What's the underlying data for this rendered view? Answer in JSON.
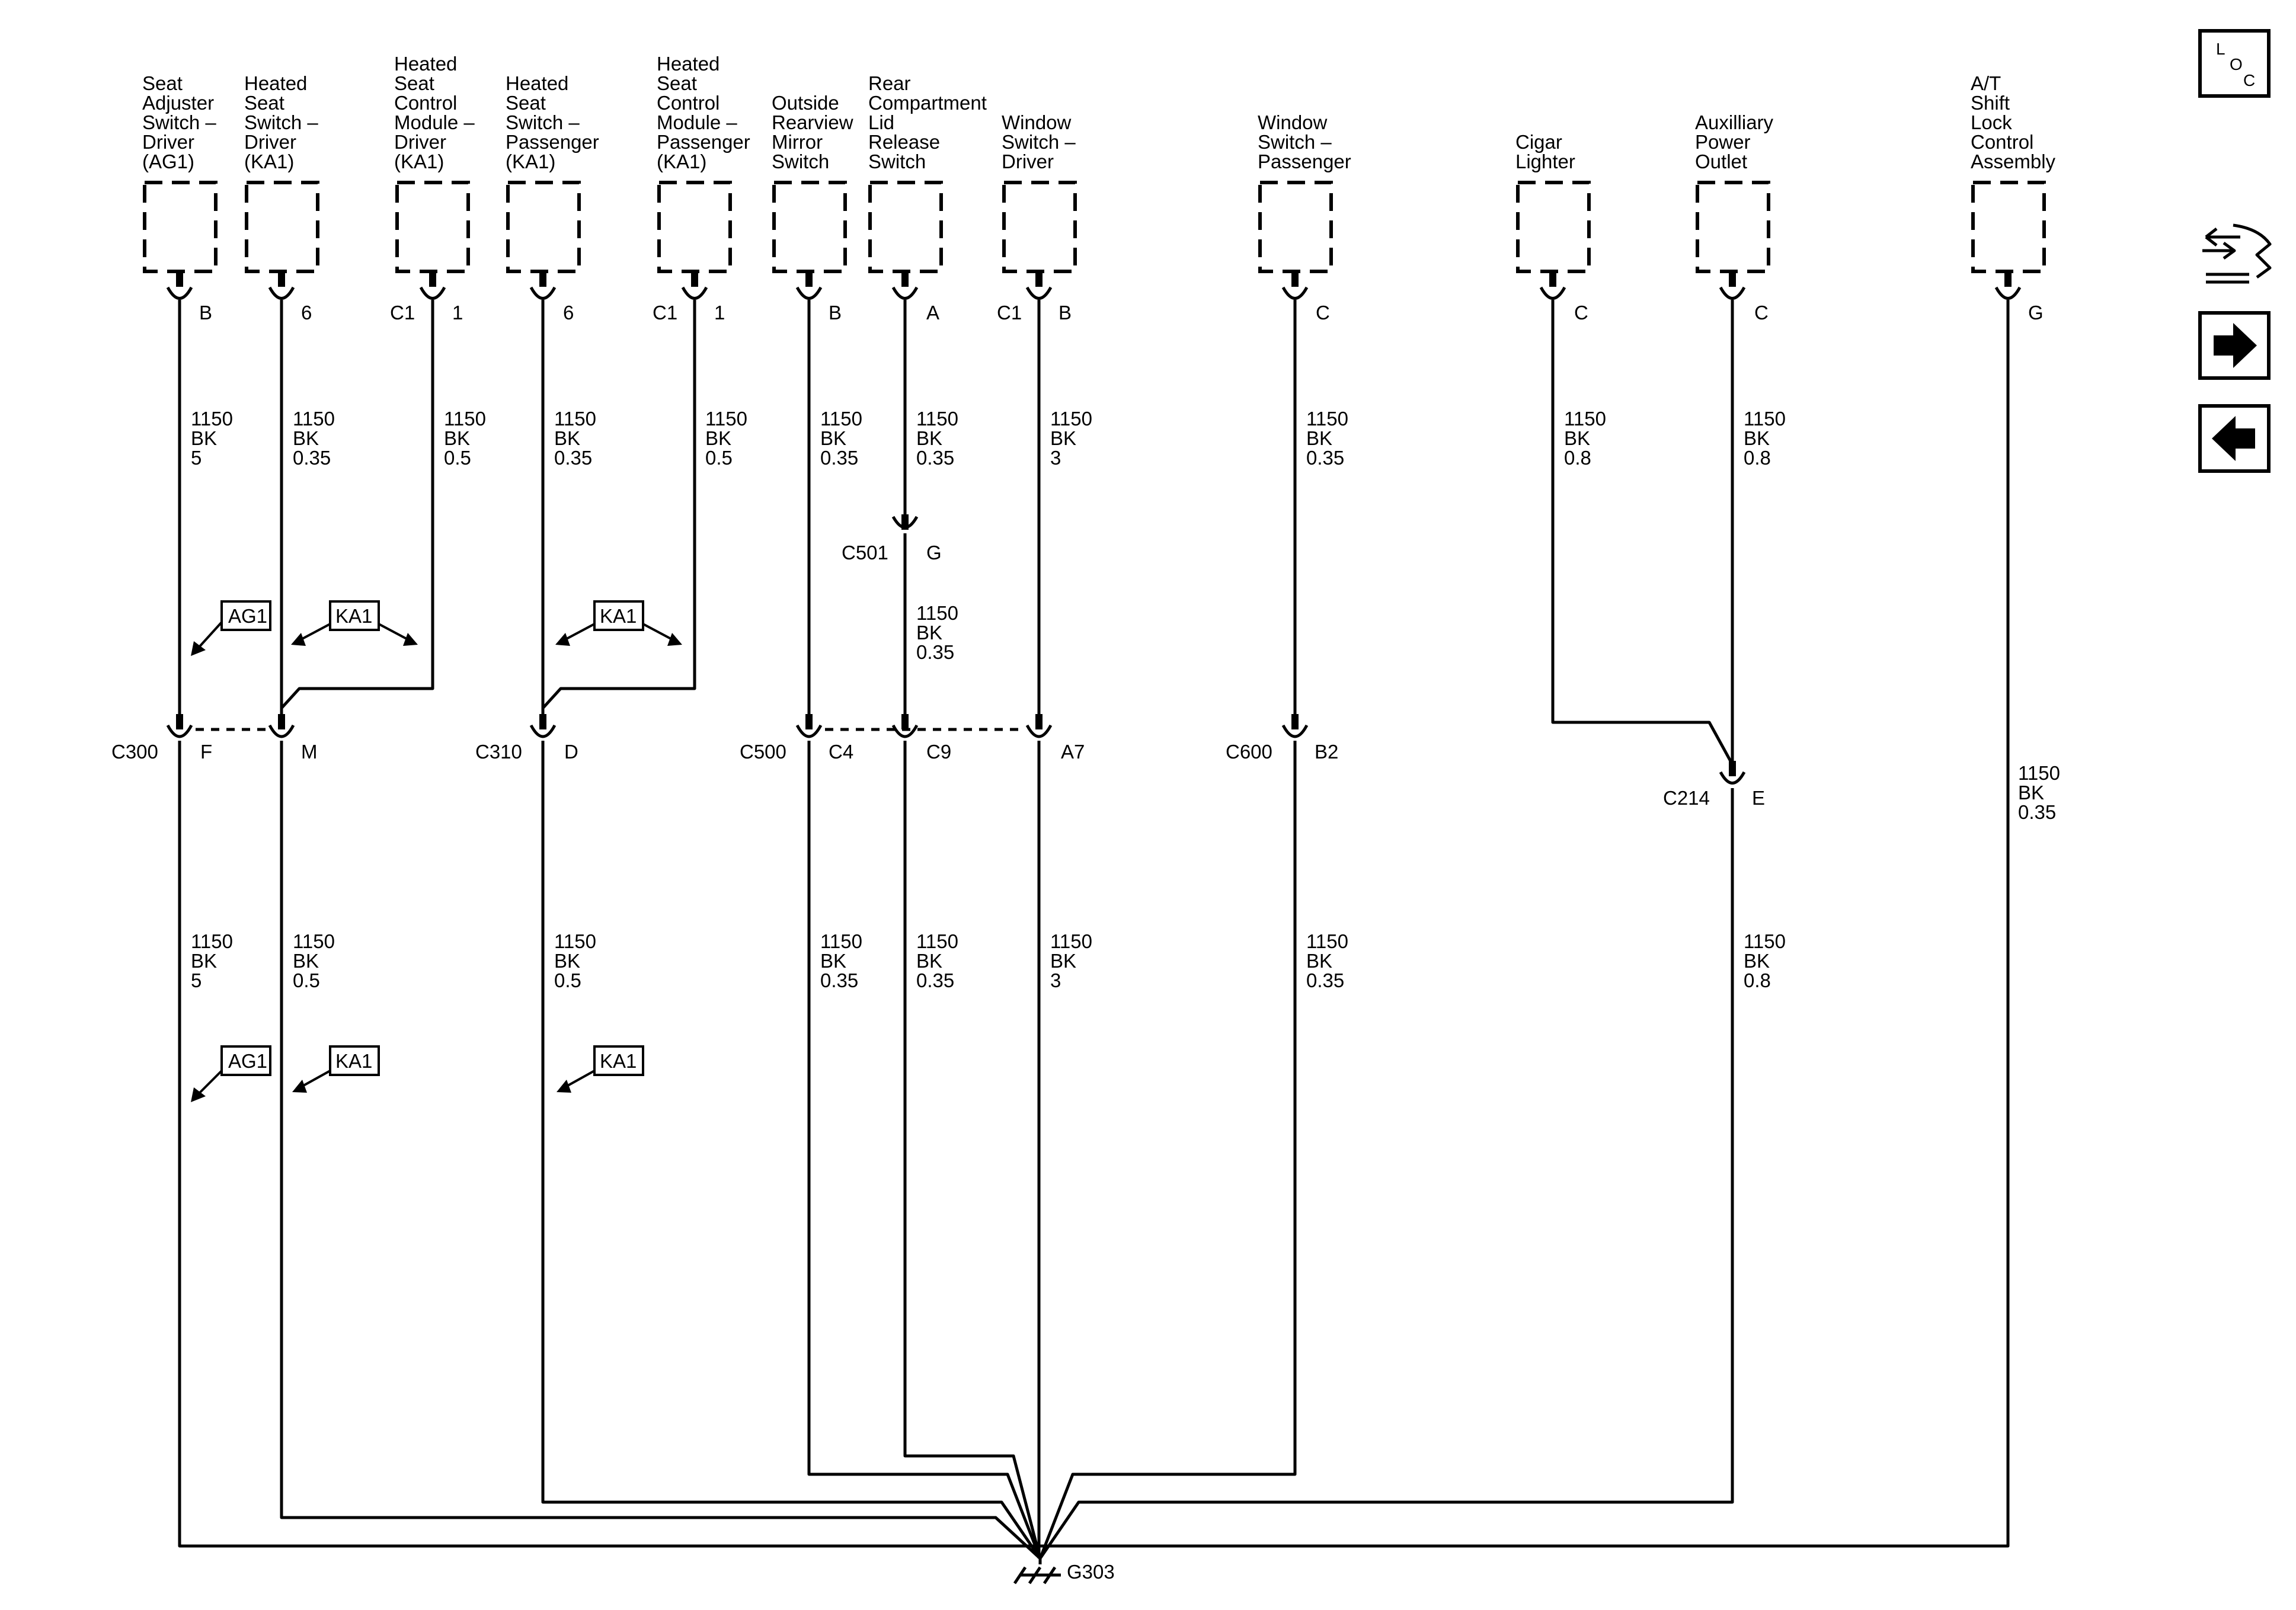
{
  "components": [
    {
      "id": "seat-adjuster-switch-driver",
      "lines": [
        "Seat",
        "Adjuster",
        "Switch –",
        "Driver",
        "(AG1)"
      ],
      "pin": "B"
    },
    {
      "id": "heated-seat-switch-driver",
      "lines": [
        "Heated",
        "Seat",
        "Switch –",
        "Driver",
        "(KA1)"
      ],
      "pin": "6"
    },
    {
      "id": "heated-seat-control-module-driver",
      "lines": [
        "Heated",
        "Seat",
        "Control",
        "Module –",
        "Driver",
        "(KA1)"
      ],
      "connector": "C1",
      "pin": "1"
    },
    {
      "id": "heated-seat-switch-passenger",
      "lines": [
        "Heated",
        "Seat",
        "Switch –",
        "Passenger",
        "(KA1)"
      ],
      "pin": "6"
    },
    {
      "id": "heated-seat-control-module-passenger",
      "lines": [
        "Heated",
        "Seat",
        "Control",
        "Module –",
        "Passenger",
        "(KA1)"
      ],
      "connector": "C1",
      "pin": "1"
    },
    {
      "id": "outside-rearview-mirror-switch",
      "lines": [
        "Outside",
        "Rearview",
        "Mirror",
        "Switch"
      ],
      "pin": "B"
    },
    {
      "id": "rear-compartment-lid-release-switch",
      "lines": [
        "Rear",
        "Compartment",
        "Lid",
        "Release",
        "Switch"
      ],
      "pin": "A"
    },
    {
      "id": "window-switch-driver",
      "lines": [
        "Window",
        "Switch –",
        "Driver"
      ],
      "connector": "C1",
      "pin": "B"
    },
    {
      "id": "window-switch-passenger",
      "lines": [
        "Window",
        "Switch –",
        "Passenger"
      ],
      "pin": "C"
    },
    {
      "id": "cigar-lighter",
      "lines": [
        "Cigar",
        "Lighter"
      ],
      "pin": "C"
    },
    {
      "id": "auxilliary-power-outlet",
      "lines": [
        "Auxilliary",
        "Power",
        "Outlet"
      ],
      "pin": "C"
    },
    {
      "id": "at-shift-lock-control-assembly",
      "lines": [
        "A/T",
        "Shift",
        "Lock",
        "Control",
        "Assembly"
      ],
      "pin": "G"
    }
  ],
  "wire_labels": {
    "upper": [
      [
        "1150",
        "BK",
        "5"
      ],
      [
        "1150",
        "BK",
        "0.35"
      ],
      [
        "1150",
        "BK",
        "0.5"
      ],
      [
        "1150",
        "BK",
        "0.35"
      ],
      [
        "1150",
        "BK",
        "0.5"
      ],
      [
        "1150",
        "BK",
        "0.35"
      ],
      [
        "1150",
        "BK",
        "0.35"
      ],
      [
        "1150",
        "BK",
        "3"
      ],
      [
        "1150",
        "BK",
        "0.35"
      ],
      [
        "1150",
        "BK",
        "0.8"
      ],
      [
        "1150",
        "BK",
        "0.8"
      ],
      [
        "1150",
        "BK",
        "0.35"
      ]
    ],
    "mid_rear_lid": [
      "1150",
      "BK",
      "0.35"
    ],
    "lower": [
      [
        "1150",
        "BK",
        "5"
      ],
      [
        "1150",
        "BK",
        "0.5"
      ],
      [
        "1150",
        "BK",
        "0.5"
      ],
      [
        "1150",
        "BK",
        "0.35"
      ],
      [
        "1150",
        "BK",
        "0.35"
      ],
      [
        "1150",
        "BK",
        "3"
      ],
      [
        "1150",
        "BK",
        "0.35"
      ],
      [
        "1150",
        "BK",
        "0.8"
      ]
    ]
  },
  "connectors": {
    "c501": {
      "name": "C501",
      "pin": "G"
    },
    "c300": {
      "name": "C300",
      "pins": [
        "F",
        "M"
      ]
    },
    "c310": {
      "name": "C310",
      "pin": "D"
    },
    "c500": {
      "name": "C500",
      "pins": [
        "C4",
        "C9",
        "A7"
      ]
    },
    "c600": {
      "name": "C600",
      "pin": "B2"
    },
    "c214": {
      "name": "C214",
      "pin": "E"
    }
  },
  "option_flags": {
    "upper": [
      "AG1",
      "KA1",
      "KA1"
    ],
    "lower": [
      "AG1",
      "KA1",
      "KA1"
    ]
  },
  "ground": {
    "name": "G303"
  },
  "nav": {
    "loc_letters": [
      "L",
      "O",
      "C"
    ],
    "icons": [
      "loc-icon",
      "component-swap-icon",
      "next-page-icon",
      "previous-page-icon"
    ]
  }
}
